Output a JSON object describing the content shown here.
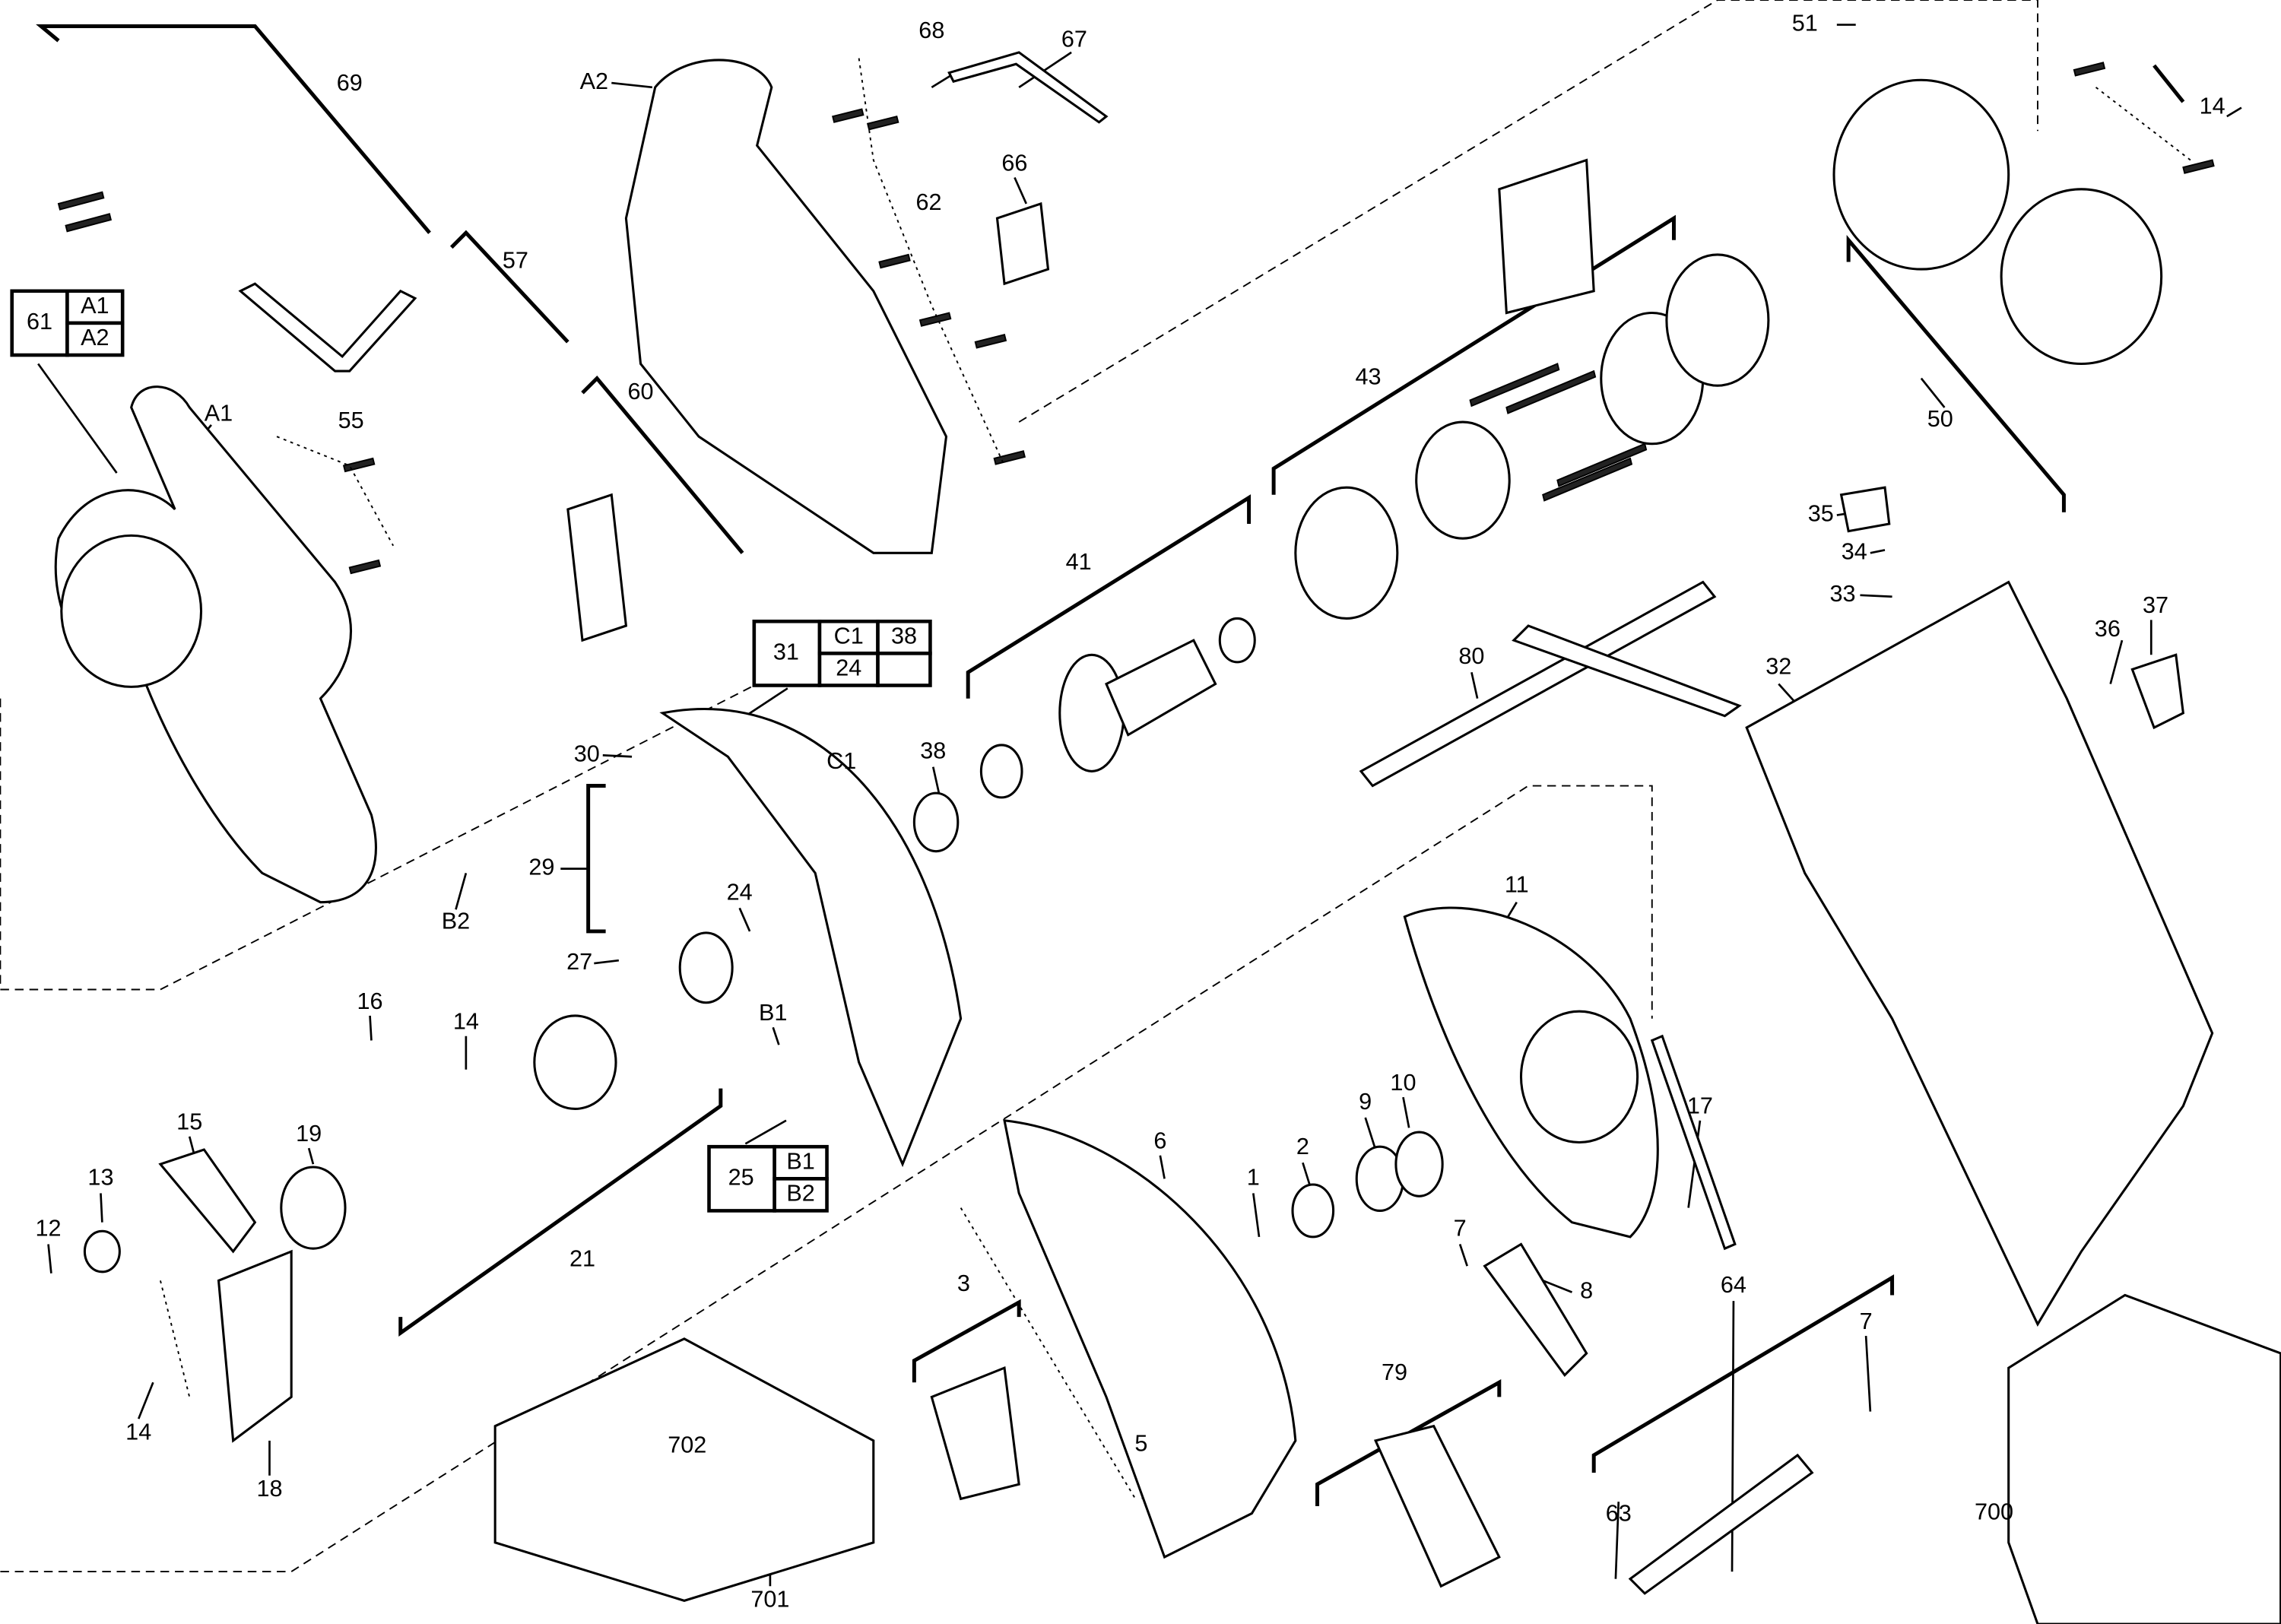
{
  "diagram_title": "",
  "callouts": [
    "69",
    "57",
    "60",
    "A1",
    "55",
    "A2",
    "68",
    "67",
    "66",
    "62",
    "51",
    "14",
    "50",
    "43",
    "41",
    "35",
    "34",
    "33",
    "37",
    "36",
    "32",
    "80",
    "30",
    "38",
    "C1",
    "29",
    "B2",
    "24",
    "27",
    "11",
    "16",
    "14",
    "B1",
    "9",
    "10",
    "15",
    "19",
    "17",
    "6",
    "1",
    "2",
    "13",
    "12",
    "21",
    "7",
    "8",
    "3",
    "64",
    "7",
    "79",
    "14",
    "18",
    "702",
    "5",
    "63",
    "700",
    "701"
  ],
  "kits": {
    "kit_61": {
      "main": "61",
      "cells": [
        "A1",
        "A2"
      ]
    },
    "kit_31": {
      "main": "31",
      "cells": [
        "C1",
        "38",
        "24",
        ""
      ]
    },
    "kit_25": {
      "main": "25",
      "cells": [
        "B1",
        "B2"
      ]
    }
  }
}
